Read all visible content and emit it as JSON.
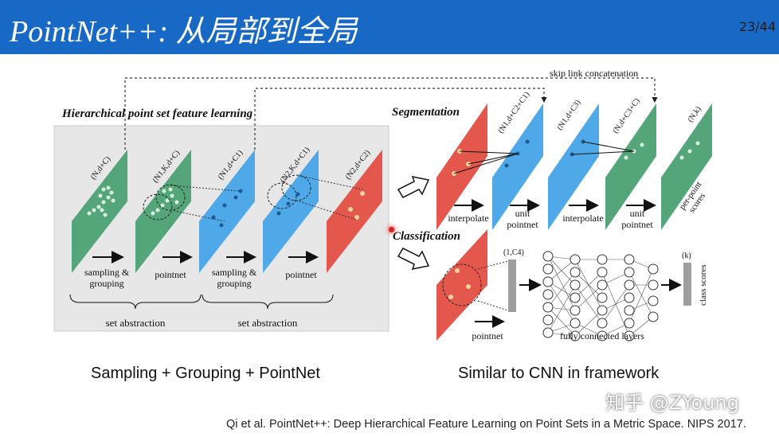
{
  "slide": {
    "title": "PointNet++: 从局部到全局",
    "page": "23/44"
  },
  "diagram": {
    "skip_label": "skip link concatenation",
    "hier_title": "Hierarchical point set feature learning",
    "seg_title": "Segmentation",
    "cls_title": "Classification",
    "left_panels": [
      "(N,d+C)",
      "(N1,K,d+C)",
      "(N1,d+C1)",
      "(N2,K,d+C1)",
      "(N2,d+C2)"
    ],
    "left_arrow_labels": [
      "sampling &",
      "grouping",
      "pointnet",
      "sampling &",
      "grouping",
      "pointnet"
    ],
    "set_abstraction": [
      "set abstraction",
      "set abstraction"
    ],
    "seg_panels": [
      "(N1,d+C2+C1)",
      "(N1,d+C3)",
      "(N,d+C3+C)",
      "(N,k)"
    ],
    "seg_labels": [
      "interpolate",
      "unit",
      "pointnet",
      "interpolate",
      "unit",
      "pointnet",
      "per-point",
      "scores"
    ],
    "cls_dim_in": "(1,C4)",
    "cls_dim_out": "(k)",
    "cls_labels": [
      "pointnet",
      "fully connected layers",
      "class scores"
    ]
  },
  "captions": {
    "left": "Sampling + Grouping + PointNet",
    "right": "Similar to CNN in framework"
  },
  "citation": "Qi et al. PointNet++: Deep Hierarchical Feature Learning on Point Sets in a Metric Space. NIPS 2017.",
  "watermark": "知乎 @ZYoung",
  "colors": {
    "title_bar": "#1869c6",
    "green": "#54a67a",
    "blue": "#4fa9e8",
    "red": "#e4574c",
    "panel_bg": "#e7e7e7"
  }
}
